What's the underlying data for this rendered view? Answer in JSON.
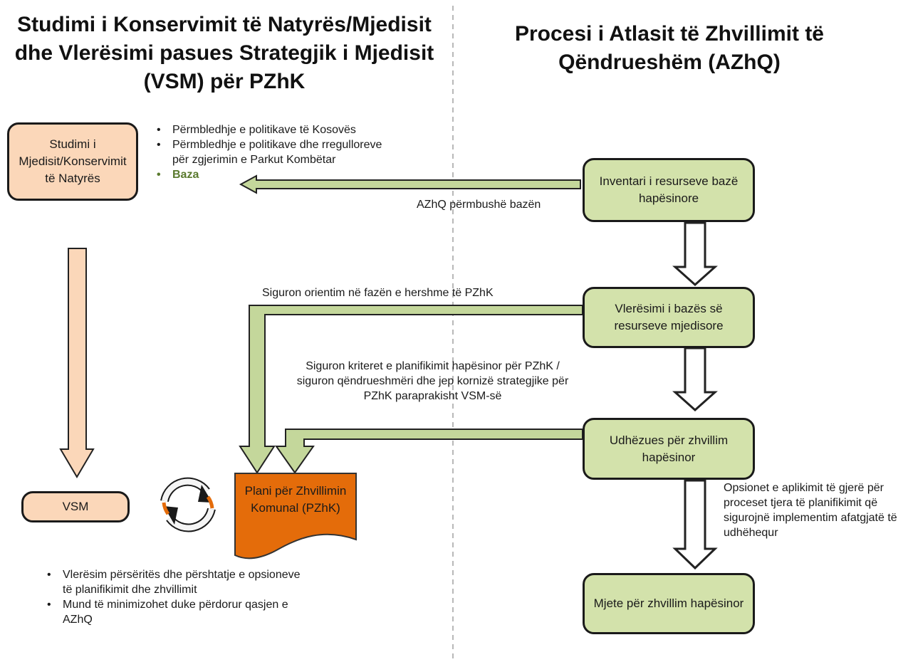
{
  "titles": {
    "left": "Studimi i Konservimit të Natyrës/Mjedisit dhe Vlerësimi pasues Strategjik i Mjedisit (VSM) për PZhK",
    "right": "Procesi i Atlasit të Zhvillimit të Qëndrueshëm (AZhQ)"
  },
  "boxes": {
    "study": "Studimi i Mjedisit/Konservimit të Natyrës",
    "vsm": "VSM",
    "plan": "Plani për Zhvillimin Komunal (PZhK)",
    "inventory": "Inventari i resurseve bazë hapësinore",
    "assessment": "Vlerësimi i bazës së resurseve mjedisore",
    "guidelines": "Udhëzues për zhvillim hapësinor",
    "tools": "Mjete për zhvillim hapësinor"
  },
  "study_bullets": [
    "Përmbledhje e politikave të Kosovës",
    "Përmbledhje e politikave dhe rregulloreve për zgjerimin e Parkut Kombëtar",
    "Baza"
  ],
  "vsm_bullets": [
    "Vlerësim përsëritës dhe përshtatje e opsioneve të planifikimit dhe zhvillimit",
    "Mund të minimizohet duke përdorur qasjen e AZhQ"
  ],
  "arrow_labels": {
    "fulfils_base": "AZhQ përmbushë bazën",
    "orientation": "Siguron orientim në fazën e hershme të PZhK",
    "criteria": "Siguron kriteret e planifikimit hapësinor për PZhK / siguron qëndrueshmëri dhe jep kornizë strategjike për PZhK paraprakisht VSM-së",
    "options": "Opsionet e aplikimit të gjerë për proceset tjera të planifikimit që sigurojnë implementim afatgjatë të udhëhequr"
  },
  "colors": {
    "green_box": "#d3e2ab",
    "green_arrow": "#c4d79b",
    "peach_box": "#fbd7b9",
    "orange_doc": "#e46c0a",
    "baza_text": "#5a7a2e"
  },
  "icons": {
    "cycle": "cycle-arrows-icon"
  }
}
